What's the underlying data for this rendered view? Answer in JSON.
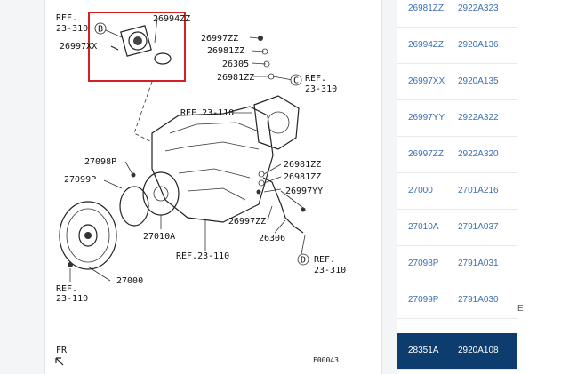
{
  "diagram": {
    "callouts": {
      "ref_2331_top": "REF.\n23-310",
      "p26994ZZ": "26994ZZ",
      "p26997XX": "26997XX",
      "p26997ZZ_a": "26997ZZ",
      "p26981ZZ_a": "26981ZZ",
      "p26305": "26305",
      "p26981ZZ_b": "26981ZZ",
      "ref_2331_c": "REF.\n23-310",
      "ref_23110_mid": "REF.23-110",
      "p27098P": "27098P",
      "p27099P": "27099P",
      "p26981ZZ_c": "26981ZZ",
      "p26981ZZ_d": "26981ZZ",
      "p26997YY": "26997YY",
      "p27010A": "27010A",
      "p26997ZZ_b": "26997ZZ",
      "p26306": "26306",
      "ref_23110_bottom": "REF.23-110",
      "ref_2331_d": "REF.\n23-310",
      "p27000": "27000",
      "ref_23110_left": "REF.\n23-110",
      "fr": "FR",
      "figure_code": "F00043",
      "circle_b": "B",
      "circle_c": "C",
      "circle_d": "D"
    },
    "zoom_icon": "zoom-in-icon"
  },
  "parts_table": {
    "rows": [
      {
        "code": "26981ZZ",
        "part": "2922A323"
      },
      {
        "code": "26994ZZ",
        "part": "2920A136"
      },
      {
        "code": "26997XX",
        "part": "2920A135"
      },
      {
        "code": "26997YY",
        "part": "2922A322"
      },
      {
        "code": "26997ZZ",
        "part": "2922A320"
      },
      {
        "code": "27000",
        "part": "2701A216"
      },
      {
        "code": "27010A",
        "part": "2791A037"
      },
      {
        "code": "27098P",
        "part": "2791A031"
      },
      {
        "code": "27099P",
        "part": "2791A030"
      },
      {
        "code": "28351A",
        "part": "2920A108"
      }
    ],
    "selected_row": "28351A"
  },
  "right_edge_char": "E",
  "colors": {
    "selected_bg": "#0d3d6e",
    "link": "#3d6fb0",
    "highlight_box": "#d32020"
  }
}
